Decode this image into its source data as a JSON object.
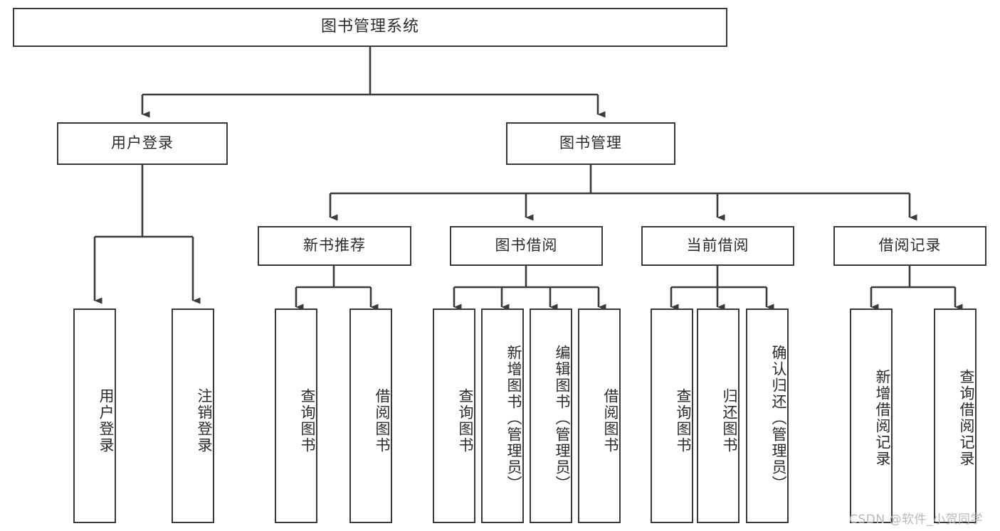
{
  "diagram": {
    "title": "图书管理系统",
    "type": "tree",
    "watermark": "CSDN @软件_小贺同学",
    "nodes": {
      "root": {
        "label": "图书管理系统"
      },
      "level2": [
        {
          "id": "user-login",
          "label": "用户登录"
        },
        {
          "id": "book-management",
          "label": "图书管理"
        }
      ],
      "level3": [
        {
          "id": "new-book-recommend",
          "label": "新书推荐"
        },
        {
          "id": "book-borrow",
          "label": "图书借阅"
        },
        {
          "id": "current-borrow",
          "label": "当前借阅"
        },
        {
          "id": "borrow-record",
          "label": "借阅记录"
        }
      ],
      "leaves": [
        {
          "id": "leaf-user-login",
          "label": "用户登录",
          "parent": "user-login"
        },
        {
          "id": "leaf-logout-login",
          "label": "注销登录",
          "parent": "user-login"
        },
        {
          "id": "leaf-query-book-1",
          "label": "查询图书",
          "parent": "new-book-recommend"
        },
        {
          "id": "leaf-borrow-book-1",
          "label": "借阅图书",
          "parent": "new-book-recommend"
        },
        {
          "id": "leaf-query-book-2",
          "label": "查询图书",
          "parent": "book-borrow"
        },
        {
          "id": "leaf-add-book",
          "label": "新增图书（管理员）",
          "parent": "book-borrow"
        },
        {
          "id": "leaf-edit-book",
          "label": "编辑图书（管理员）",
          "parent": "book-borrow"
        },
        {
          "id": "leaf-borrow-book-2",
          "label": "借阅图书",
          "parent": "book-borrow"
        },
        {
          "id": "leaf-query-book-3",
          "label": "查询图书",
          "parent": "current-borrow"
        },
        {
          "id": "leaf-return-book",
          "label": "归还图书",
          "parent": "current-borrow"
        },
        {
          "id": "leaf-confirm-return",
          "label": "确认归还（管理员）",
          "parent": "current-borrow"
        },
        {
          "id": "leaf-add-record",
          "label": "新增借阅记录",
          "parent": "borrow-record"
        },
        {
          "id": "leaf-query-record",
          "label": "查询借阅记录",
          "parent": "borrow-record"
        }
      ]
    },
    "colors": {
      "stroke": "#3a3a3a",
      "text": "#2b2b2b",
      "background": "#ffffff",
      "watermark": "#b9b9b9"
    }
  }
}
